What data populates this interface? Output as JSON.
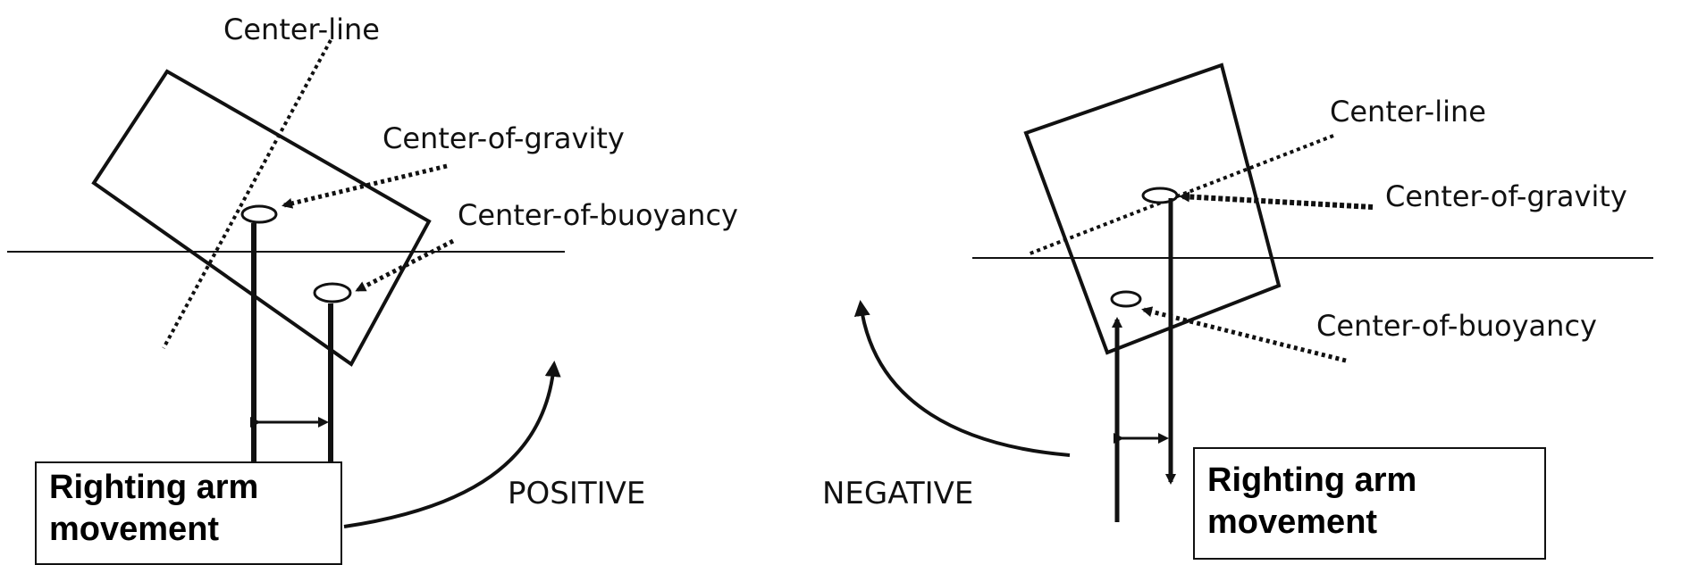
{
  "left": {
    "centerline_label": "Center-line",
    "cog_label": "Center-of-gravity",
    "cob_label": "Center-of-buoyancy",
    "direction_label": "POSITIVE",
    "box_line1": "Righting arm",
    "box_line2": "movement"
  },
  "right": {
    "centerline_label": "Center-line",
    "cog_label": "Center-of-gravity",
    "cob_label": "Center-of-buoyancy",
    "direction_label": "NEGATIVE",
    "box_line1": "Righting arm",
    "box_line2": "movement"
  },
  "colors": {
    "ink": "#111111",
    "background": "#ffffff"
  }
}
